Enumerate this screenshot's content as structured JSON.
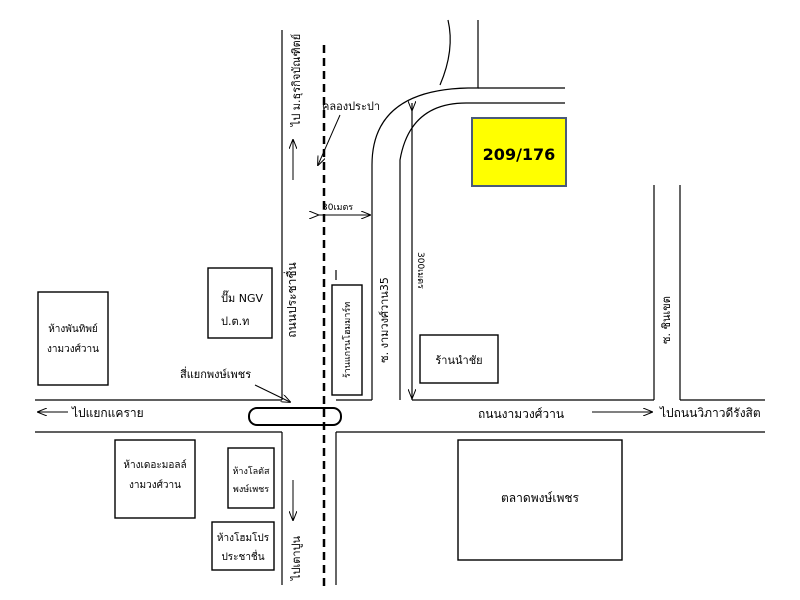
{
  "target": {
    "label": "209/176",
    "fill": "#ffff00"
  },
  "roads": {
    "main_road": "ถนนงามวงศ์วาน",
    "cross_road": "ถนนประชาชื่น",
    "soi_35": "ซ. งามวงศ์วาน35",
    "soi_chinkhet": "ซ. ชินเขต"
  },
  "directions": {
    "to_khae_rai": "ไปแยกแคราย",
    "to_vibhavadi": "ไปถนนวิภาวดีรังสิต",
    "to_dhurakij": "ไป ม.ธุรกิจบัณฑิตย์",
    "to_tao_pun": "ไปเตาปูน"
  },
  "canal": "คลองประปา",
  "intersection": "สี่แยกพงษ์เพชร",
  "distances": {
    "d30": "30เมตร",
    "d300": "300เมตร"
  },
  "places": {
    "fashion_island": "ห้างพันทิพย์\nงามวงศ์วาน",
    "ngv_pump": "ปั๊ม NGV\nป.ต.ท",
    "namchai_shop": "ร้านนำชัย",
    "hardware_shop": "ร้านแกรนโฮมมาร์ท",
    "the_mall": "ห้างเดอะมอลล์\nงามวงศ์วาน",
    "lotus": "ห้างโลตัส\nพงษ์เพชร",
    "homepro": "ห้างโฮมโปร\nประชาชื่น",
    "pongphet_market": "ตลาดพงษ์เพชร"
  }
}
